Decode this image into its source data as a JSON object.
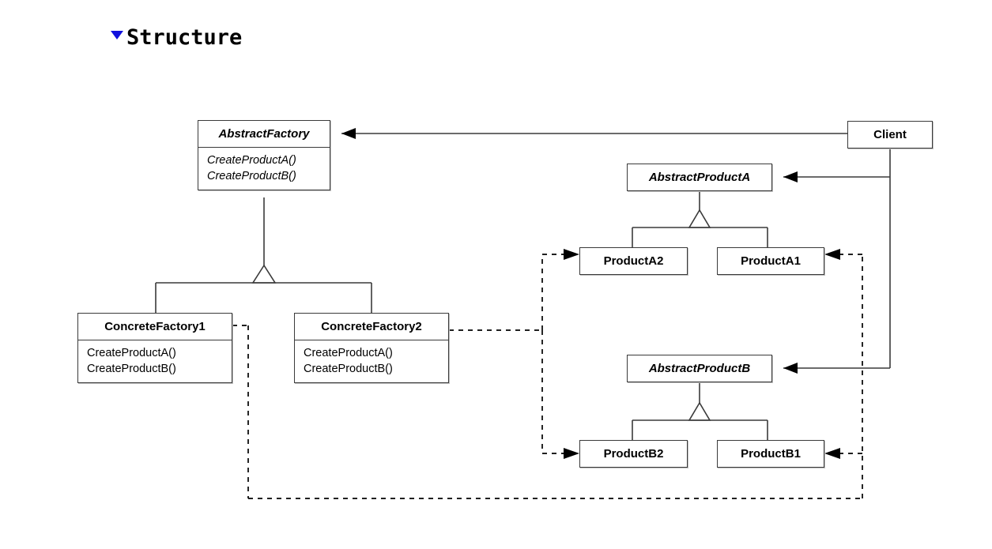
{
  "heading": {
    "text": "Structure",
    "collapse_icon": "triangle-down-icon",
    "icon_color": "#1111dd"
  },
  "diagram": {
    "type": "uml-class-diagram",
    "pattern": "Abstract Factory",
    "line_color": "#3a3a3a",
    "box_fill": "#ffffff",
    "classes": [
      {
        "id": "abstract-factory",
        "name": "AbstractFactory",
        "style": "abstract",
        "members": [
          "CreateProductA()",
          "CreateProductB()"
        ]
      },
      {
        "id": "concrete-factory-1",
        "name": "ConcreteFactory1",
        "style": "concrete",
        "members": [
          "CreateProductA()",
          "CreateProductB()"
        ]
      },
      {
        "id": "concrete-factory-2",
        "name": "ConcreteFactory2",
        "style": "concrete",
        "members": [
          "CreateProductA()",
          "CreateProductB()"
        ]
      },
      {
        "id": "abstract-product-a",
        "name": "AbstractProductA",
        "style": "abstract",
        "members": []
      },
      {
        "id": "product-a-2",
        "name": "ProductA2",
        "style": "concrete",
        "members": []
      },
      {
        "id": "product-a-1",
        "name": "ProductA1",
        "style": "concrete",
        "members": []
      },
      {
        "id": "abstract-product-b",
        "name": "AbstractProductB",
        "style": "abstract",
        "members": []
      },
      {
        "id": "product-b-2",
        "name": "ProductB2",
        "style": "concrete",
        "members": []
      },
      {
        "id": "product-b-1",
        "name": "ProductB1",
        "style": "concrete",
        "members": []
      },
      {
        "id": "client",
        "name": "Client",
        "style": "concrete",
        "members": []
      }
    ],
    "relations": [
      {
        "kind": "association",
        "from": "client",
        "to": "abstract-factory"
      },
      {
        "kind": "association",
        "from": "client",
        "to": "abstract-product-a"
      },
      {
        "kind": "association",
        "from": "client",
        "to": "abstract-product-b"
      },
      {
        "kind": "generalization",
        "from": "concrete-factory-1",
        "to": "abstract-factory"
      },
      {
        "kind": "generalization",
        "from": "concrete-factory-2",
        "to": "abstract-factory"
      },
      {
        "kind": "generalization",
        "from": "product-a-2",
        "to": "abstract-product-a"
      },
      {
        "kind": "generalization",
        "from": "product-a-1",
        "to": "abstract-product-a"
      },
      {
        "kind": "generalization",
        "from": "product-b-2",
        "to": "abstract-product-b"
      },
      {
        "kind": "generalization",
        "from": "product-b-1",
        "to": "abstract-product-b"
      },
      {
        "kind": "dependency",
        "from": "concrete-factory-1",
        "to": "product-a-1"
      },
      {
        "kind": "dependency",
        "from": "concrete-factory-1",
        "to": "product-b-1"
      },
      {
        "kind": "dependency",
        "from": "concrete-factory-2",
        "to": "product-a-2"
      },
      {
        "kind": "dependency",
        "from": "concrete-factory-2",
        "to": "product-b-2"
      }
    ]
  }
}
